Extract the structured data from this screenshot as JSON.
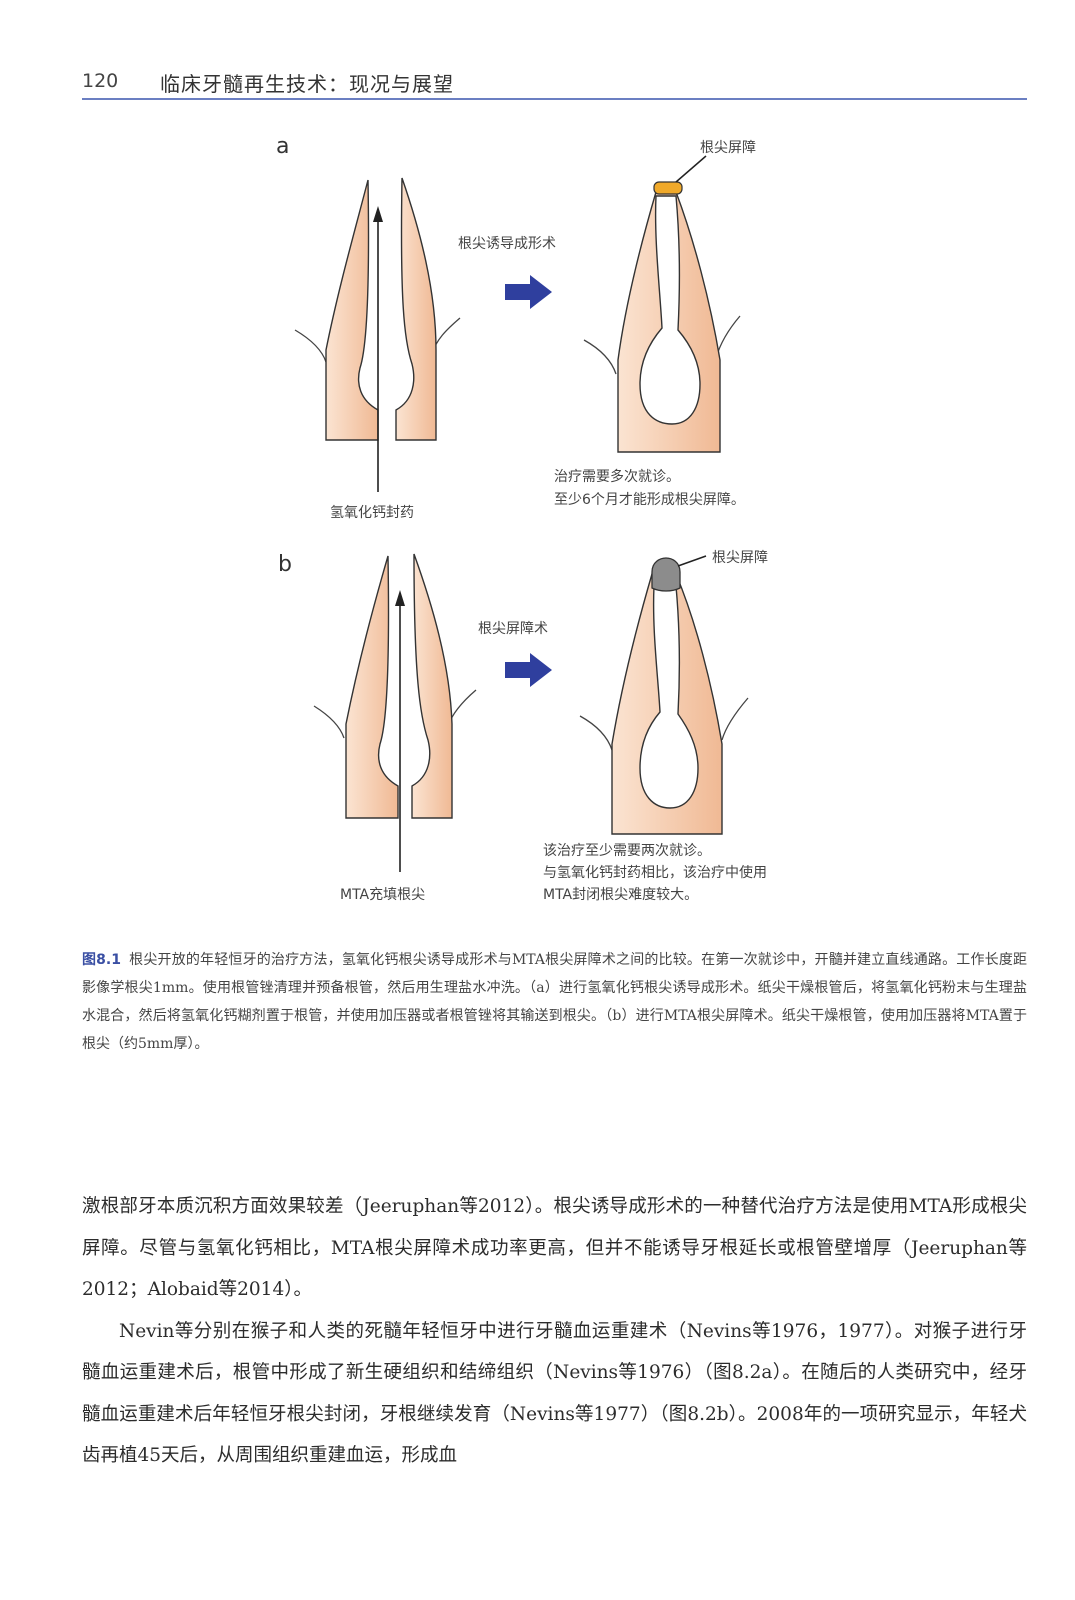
{
  "header": {
    "page_number": "120",
    "running_title": "临床牙髓再生技术：现况与展望"
  },
  "figure": {
    "panel_a": {
      "letter": "a",
      "procedure": "根尖诱导成形术",
      "barrier_label": "根尖屏障",
      "material_label": "氢氧化钙封药",
      "note_line1": "治疗需要多次就诊。",
      "note_line2": "至少6个月才能形成根尖屏障。",
      "barrier_color": "#f0a92a"
    },
    "panel_b": {
      "letter": "b",
      "procedure": "根尖屏障术",
      "barrier_label": "根尖屏障",
      "material_label": "MTA充填根尖",
      "note_line1": "该治疗至少需要两次就诊。",
      "note_line2": "与氢氧化钙封药相比，该治疗中使用",
      "note_line3": "MTA封闭根尖难度较大。",
      "barrier_color": "#8c8c8c"
    },
    "arrow_color": "#2f3f9e",
    "tooth_color": "#f3c2a2"
  },
  "caption": {
    "figure_number": "图8.1",
    "text": "根尖开放的年轻恒牙的治疗方法，氢氧化钙根尖诱导成形术与MTA根尖屏障术之间的比较。在第一次就诊中，开髓并建立直线通路。工作长度距影像学根尖1mm。使用根管锉清理并预备根管，然后用生理盐水冲洗。（a）进行氢氧化钙根尖诱导成形术。纸尖干燥根管后，将氢氧化钙粉末与生理盐水混合，然后将氢氧化钙糊剂置于根管，并使用加压器或者根管锉将其输送到根尖。（b）进行MTA根尖屏障术。纸尖干燥根管，使用加压器将MTA置于根尖（约5mm厚）。"
  },
  "body": {
    "paragraph1": "激根部牙本质沉积方面效果较差（Jeeruphan等2012）。根尖诱导成形术的一种替代治疗方法是使用MTA形成根尖屏障。尽管与氢氧化钙相比，MTA根尖屏障术成功率更高，但并不能诱导牙根延长或根管壁增厚（Jeeruphan等2012；Alobaid等2014）。",
    "paragraph2": "Nevin等分别在猴子和人类的死髓年轻恒牙中进行牙髓血运重建术（Nevins等1976，1977）。对猴子进行牙髓血运重建术后，根管中形成了新生硬组织和结缔组织（Nevins等1976）（图8.2a）。在随后的人类研究中，经牙髓血运重建术后年轻恒牙根尖封闭，牙根继续发育（Nevins等1977）（图8.2b）。2008年的一项研究显示，年轻犬齿再植45天后，从周围组织重建血运，形成血"
  }
}
